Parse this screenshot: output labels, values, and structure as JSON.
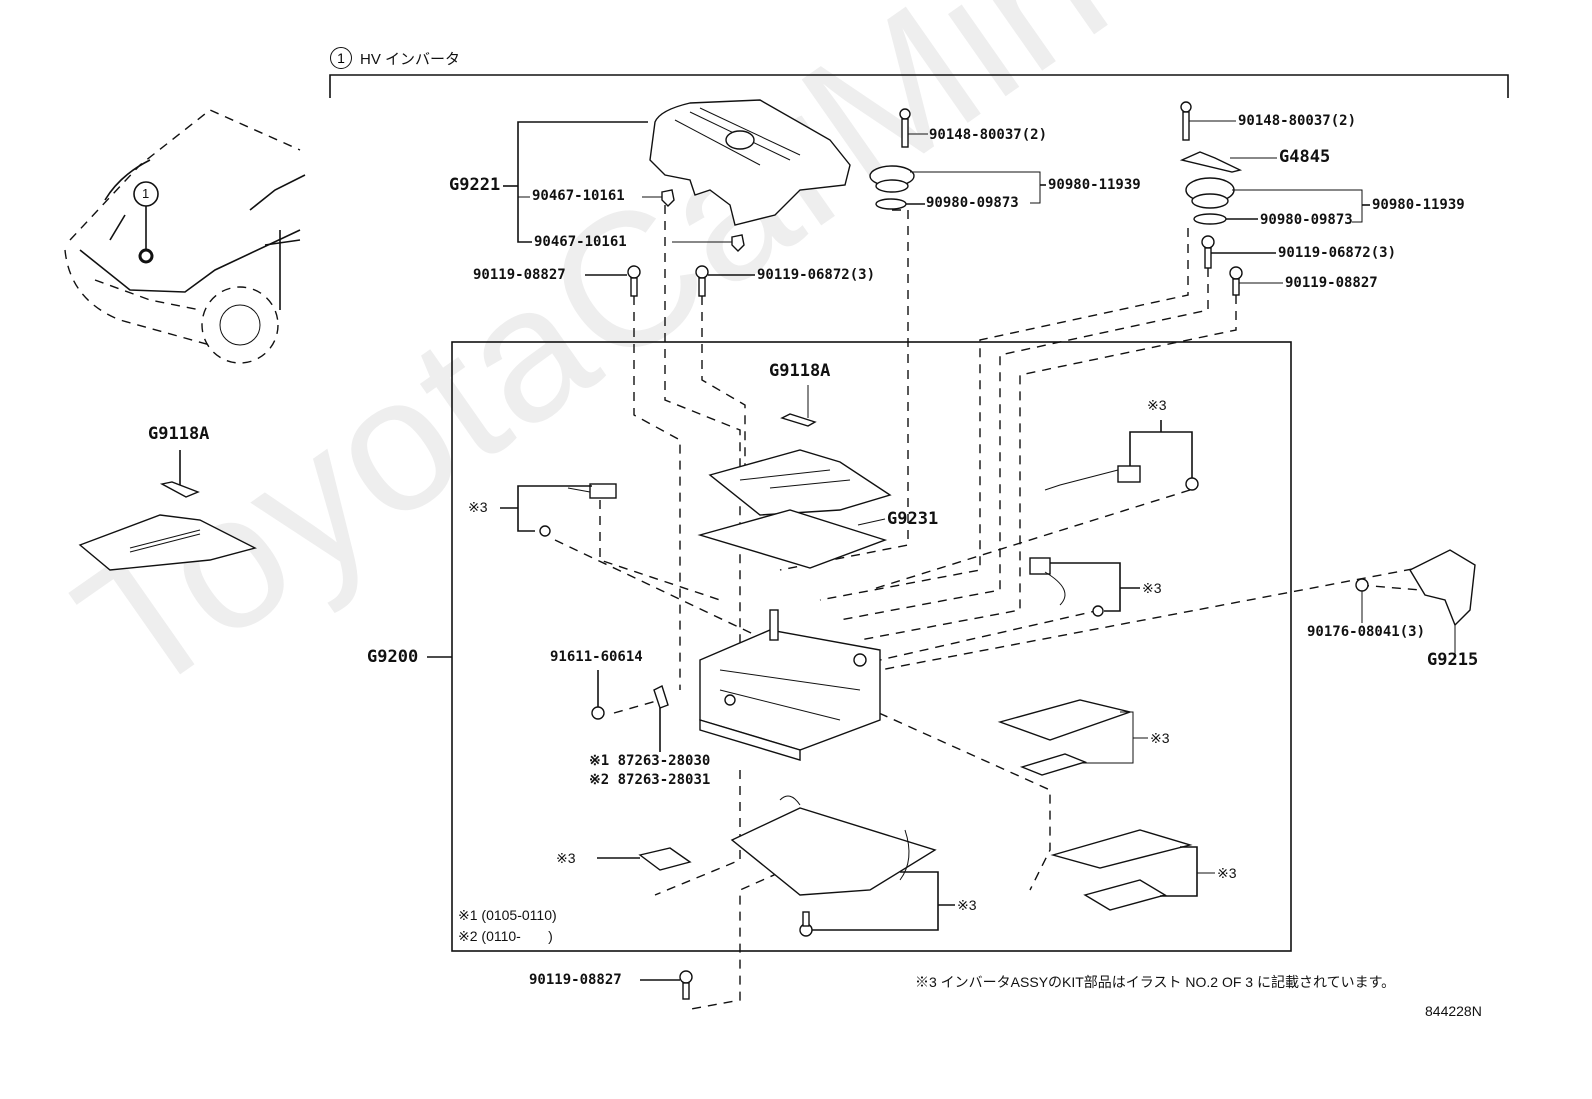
{
  "diagram": {
    "section": {
      "number": "1",
      "title": "HV インバータ"
    },
    "watermark": "ToyotaCarMine.ru",
    "vehicle_callout": "1",
    "labels": {
      "g9221": "G9221",
      "clip_a": "90467-10161",
      "clip_b": "90467-10161",
      "bolt_08827_left": "90119-08827",
      "bolt_06872_left": "90119-06872(3)",
      "bolt_80037_left": "90148-80037(2)",
      "cap_11939_left": "90980-11939",
      "gasket_09873_left": "90980-09873",
      "bolt_80037_right": "90148-80037(2)",
      "g4845": "G4845",
      "cap_11939_right": "90980-11939",
      "gasket_09873_right": "90980-09873",
      "bolt_06872_right": "90119-06872(3)",
      "bolt_08827_right": "90119-08827",
      "g9118a_inset": "G9118A",
      "g9118a_main": "G9118A",
      "g9231": "G9231",
      "g9200": "G9200",
      "bolt_60614": "91611-60614",
      "bracket_note1": "※1 87263-28030",
      "bracket_note2": "※2 87263-28031",
      "kit_left_upper": "※3",
      "kit_right_upper": "※3",
      "kit_right_mid": "※3",
      "kit_right_board1": "※3",
      "kit_left_lower": "※3",
      "kit_bottom_center": "※3",
      "kit_right_board2": "※3",
      "nut_08041": "90176-08041(3)",
      "g9215": "G9215",
      "bolt_08827_bottom": "90119-08827"
    },
    "footnotes": {
      "note1": "※1 (0105-0110)",
      "note2": "※2 (0110-       )",
      "kit_note": "※3 インバータASSYのKIT部品はイラスト NO.2 OF 3 に記載されています。",
      "illustration_id": "844228N"
    }
  }
}
